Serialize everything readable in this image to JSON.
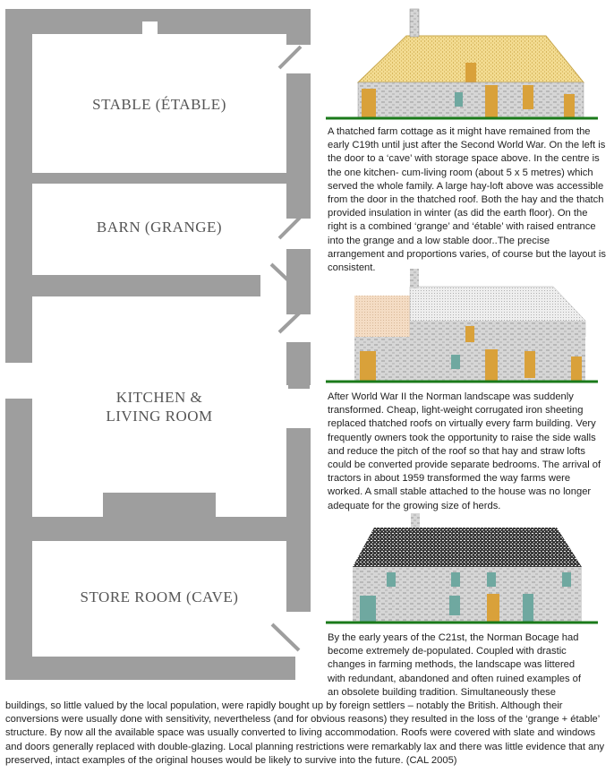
{
  "plan": {
    "rooms": {
      "stable": "STABLE (ÉTABLE)",
      "barn": "BARN (GRANGE)",
      "kitchen_line1": "KITCHEN &",
      "kitchen_line2": "LIVING ROOM",
      "store": "STORE ROOM (CAVE)"
    },
    "wall_color": "#9e9e9e"
  },
  "illustrations": {
    "thatch_color": "#f1d78a",
    "stone_color": "#c9c9c9",
    "door_color": "#d9a13a",
    "iron_roof_color": "#e8e8e8",
    "slate_roof_color": "#2f2f2f",
    "window_color": "#6fa8a0",
    "grass_color": "#1a7a1a"
  },
  "captions": {
    "c1": "A thatched farm cottage as it might have remained from the early C19th until just after the Second World War. On the left is the door to a ‘cave’ with storage space above. In the centre is the one kitchen- cum-living room (about 5 x 5 metres) which served the whole family. A large hay-loft above was accessible from the door in the thatched roof. Both the hay and the thatch provided insulation in winter (as did the earth floor). On the right is a combined ‘grange’ and ‘étable’ with raised entrance into the grange and a low stable door..The precise arrangement and proportions varies, of course but the layout is consistent.",
    "c2": "After World War II the Norman landscape was suddenly transformed. Cheap, light-weight corrugated iron sheeting replaced thatched roofs on virtually every farm building. Very frequently owners took the opportunity to raise the side walls and reduce the pitch of the roof so that hay and straw lofts could be converted provide separate bedrooms. The arrival of tractors in about 1959 transformed the way farms were worked. A small stable attached to the house was no longer adequate for the growing size of herds.",
    "c3_lines": [
      "By the early years of the C21st, the Norman Bocage had",
      "become extremely de-populated. Coupled with drastic",
      "changes in farming methods, the landscape was littered",
      "with redundant, abandoned and often ruined examples of",
      "an obsolete building tradition. Simultaneously these"
    ],
    "c3_wide": "buildings, so little valued by the local population, were rapidly bought up by foreign settlers – notably the British. Although their conversions were usually done with sensitivity, nevertheless (and for obvious reasons) they resulted in the loss of the ‘grange + étable’ structure. By now all the available space was usually converted to living accommodation. Roofs were covered with slate and windows and doors generally replaced with double-glazing. Local planning restrictions were remarkably lax and there was little evidence that any preserved, intact examples of the original houses would be likely to survive into the future. (CAL 2005)"
  }
}
